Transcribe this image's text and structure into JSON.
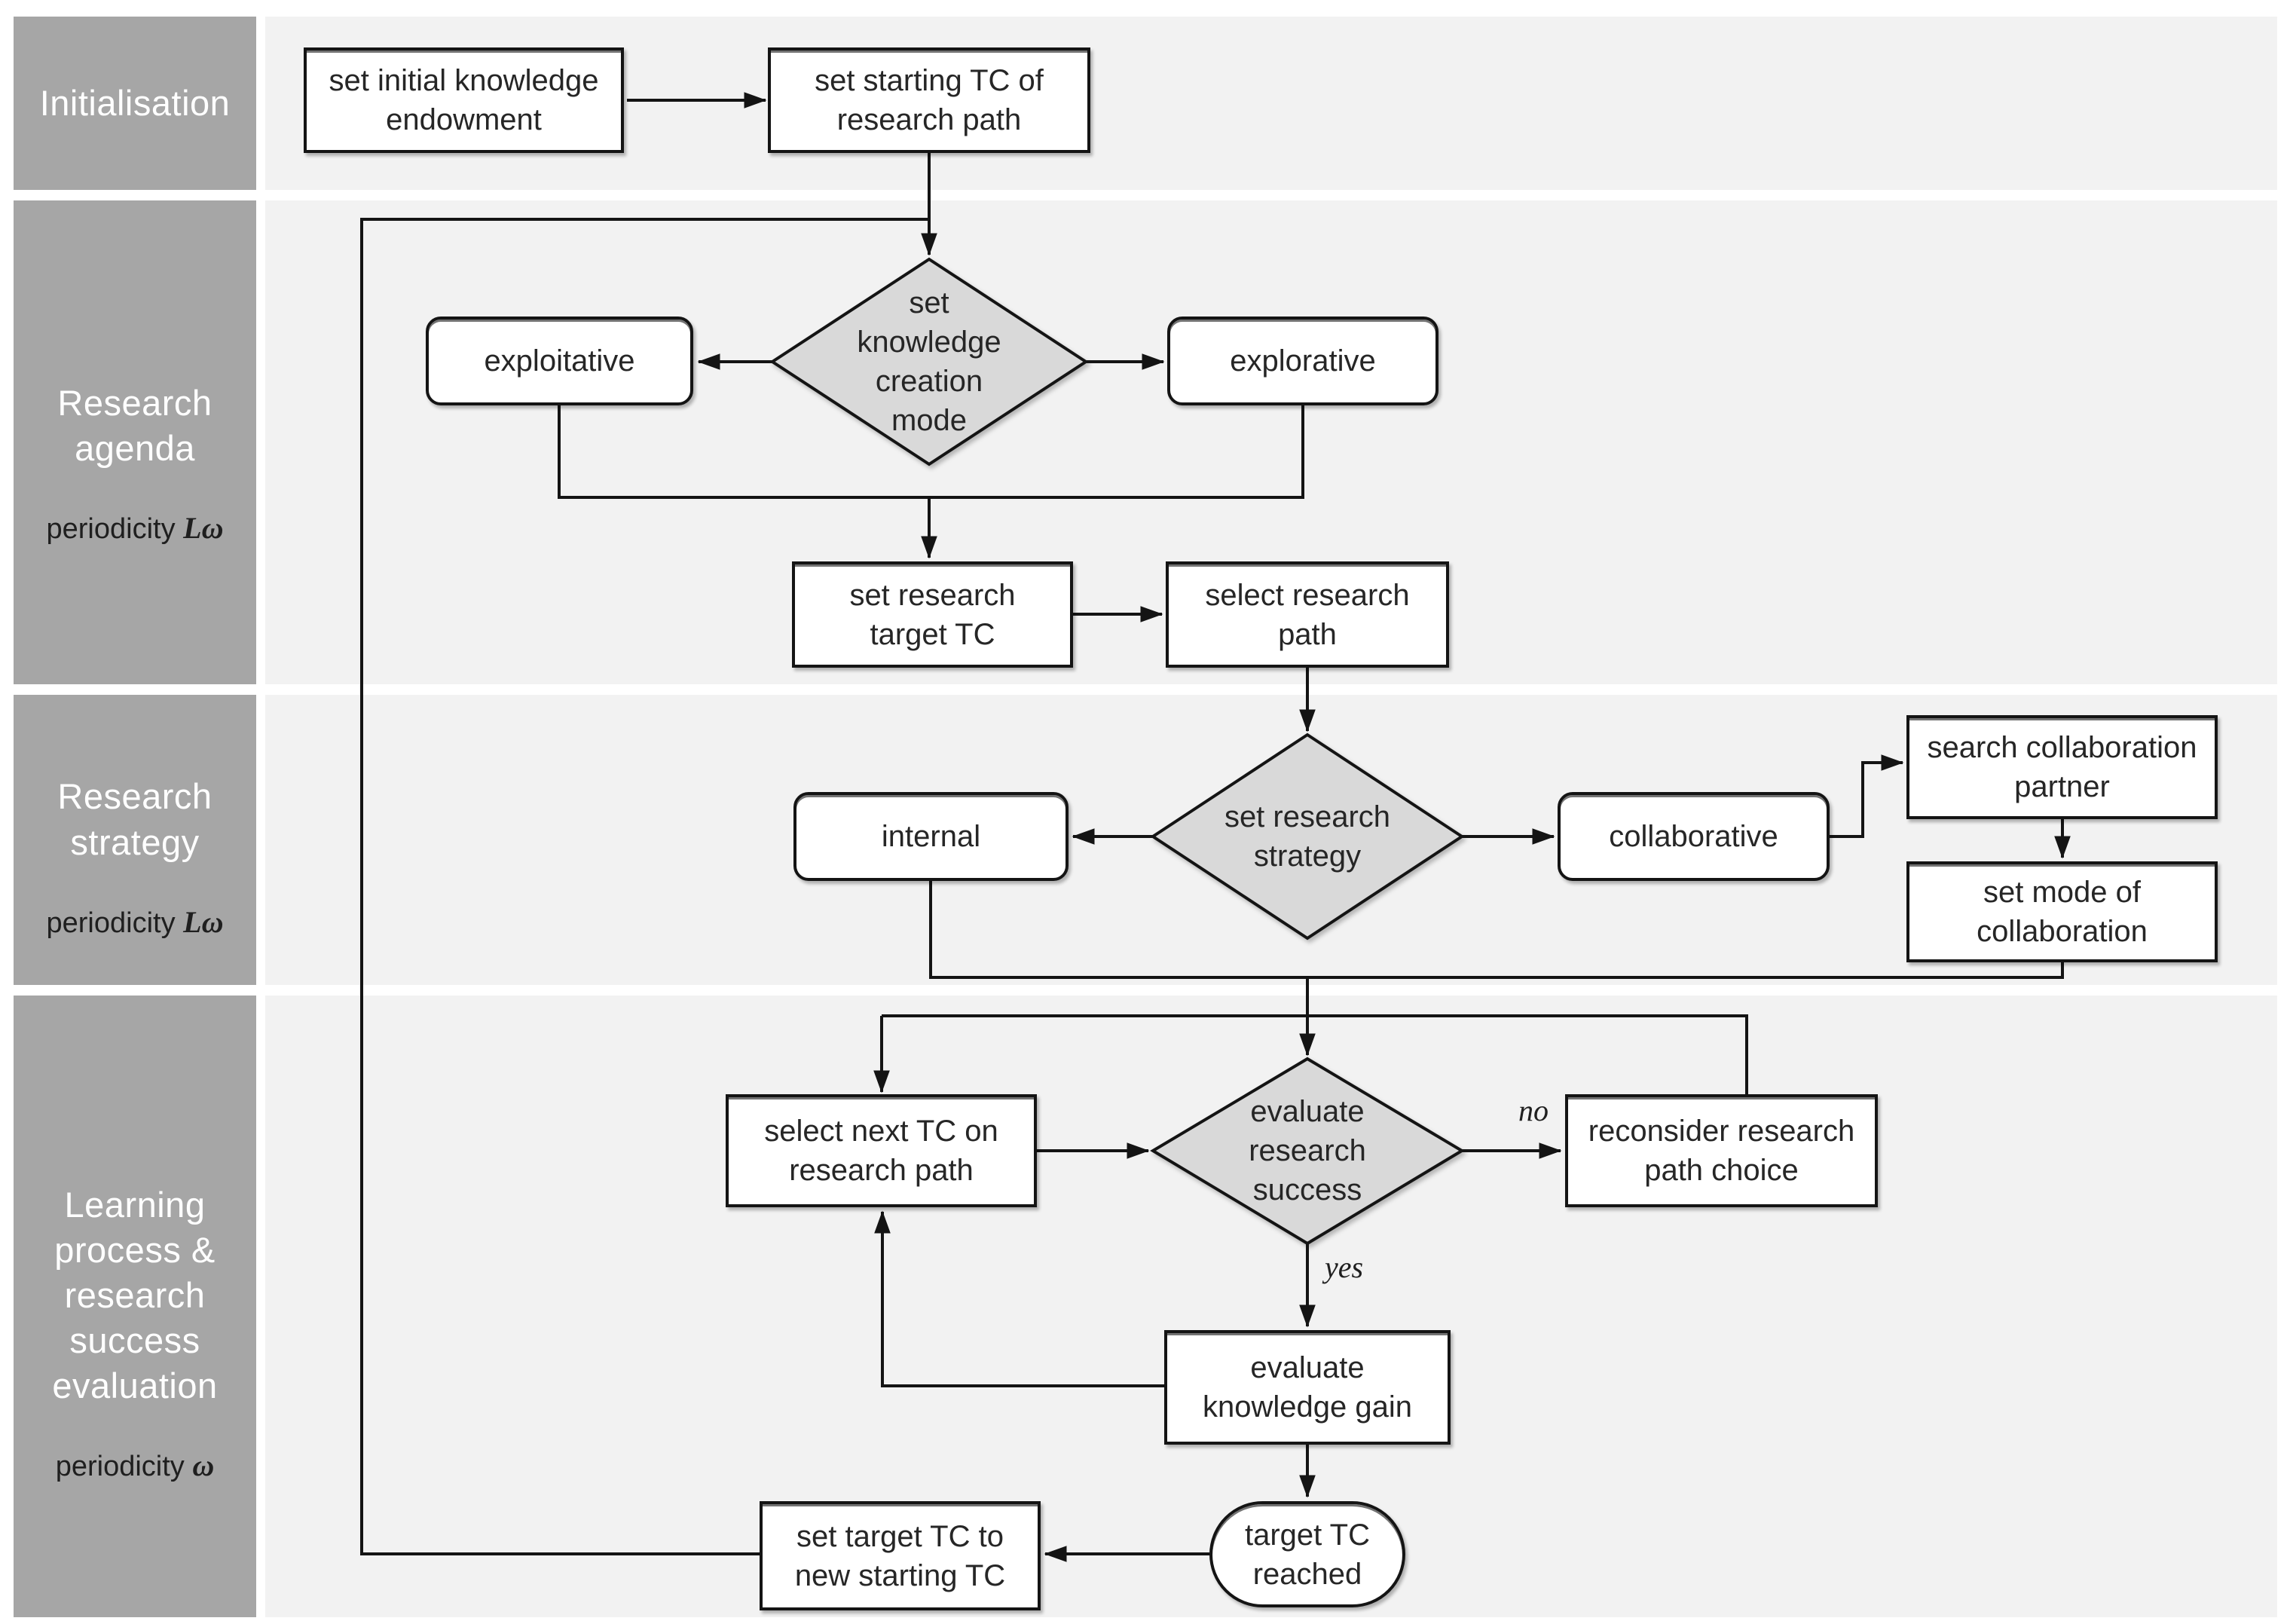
{
  "palette": {
    "page_bg": "#ffffff",
    "band_bg": "#a6a6a6",
    "row_bg": "#f2f2f2",
    "node_fill": "#ffffff",
    "diamond_fill": "#d9d9d9",
    "line_color": "#141414",
    "node_text": "#262626",
    "band_text": "#ffffff"
  },
  "sidebar": {
    "phases": [
      {
        "title": "Initialisation",
        "periodicity_prefix": "",
        "periodicity_symbol": ""
      },
      {
        "title": "Research\nagenda",
        "periodicity_prefix": "periodicity ",
        "periodicity_symbol": "Lω"
      },
      {
        "title": "Research\nstrategy",
        "periodicity_prefix": "periodicity ",
        "periodicity_symbol": "Lω"
      },
      {
        "title": "Learning\nprocess &\nresearch\nsuccess\nevaluation",
        "periodicity_prefix": "periodicity ",
        "periodicity_symbol": "ω"
      }
    ]
  },
  "nodes": {
    "set_initial": "set initial knowledge\nendowment",
    "set_starting": "set starting TC of\nresearch path",
    "knowledge_mode": "set\nknowledge\ncreation\nmode",
    "exploitative": "exploitative",
    "explorative": "explorative",
    "set_target": "set research\ntarget TC",
    "select_path": "select research\npath",
    "strategy": "set research\nstrategy",
    "internal": "internal",
    "collaborative": "collaborative",
    "search_partner": "search collaboration\npartner",
    "set_mode": "set mode of\ncollaboration",
    "select_next": "select next TC on\nresearch path",
    "evaluate_success": "evaluate\nresearch\nsuccess",
    "reconsider": "reconsider research\npath choice",
    "evaluate_gain": "evaluate\nknowledge gain",
    "target_reached": "target TC\nreached",
    "set_new_target": "set target TC to\nnew starting TC"
  },
  "edge_labels": {
    "no": "no",
    "yes": "yes"
  }
}
